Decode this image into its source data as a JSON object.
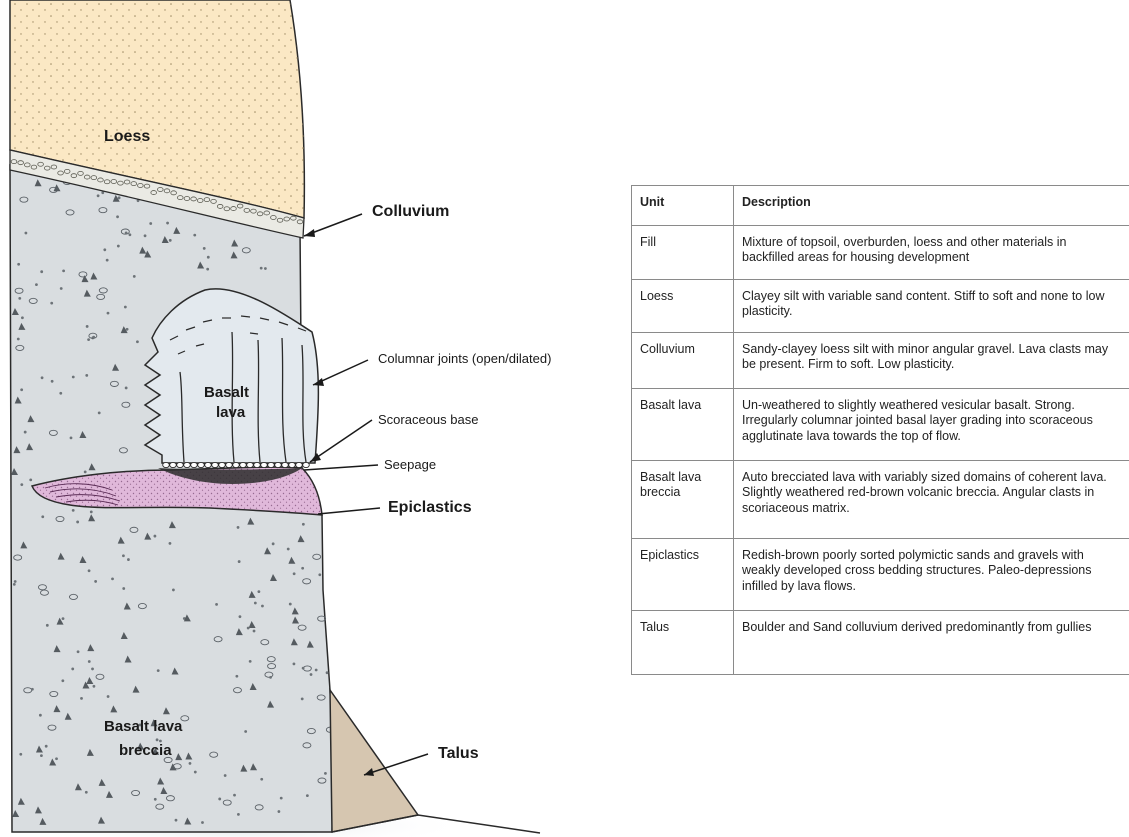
{
  "diagram": {
    "labels": {
      "loess": "Loess",
      "colluvium": "Colluvium",
      "columnar_joints": "Columnar joints (open/dilated)",
      "basalt_lava_line1": "Basalt",
      "basalt_lava_line2": "lava",
      "scoraceous_base": "Scoraceous base",
      "seepage": "Seepage",
      "epiclastics": "Epiclastics",
      "breccia_line1": "Basalt lava",
      "breccia_line2": "breccia",
      "talus": "Talus"
    },
    "colors": {
      "loess_fill": "#fbe8c4",
      "breccia_fill": "#d9dde0",
      "basalt_lava_fill": "#e3e9ee",
      "epiclastics_fill": "#e0b8da",
      "talus_fill": "#d6c6b0",
      "colluvium_fill": "#eaeae4"
    }
  },
  "table": {
    "headers": [
      "Unit",
      "Description"
    ],
    "rows": [
      {
        "unit": "Fill",
        "description": "Mixture of topsoil, overburden, loess and other materials in backfilled areas for housing development"
      },
      {
        "unit": "Loess",
        "description": "Clayey silt with variable sand content. Stiff to soft and none to low plasticity."
      },
      {
        "unit": "Colluvium",
        "description": "Sandy-clayey loess silt with minor angular gravel. Lava clasts may be present. Firm to soft. Low plasticity."
      },
      {
        "unit": "Basalt lava",
        "description": "Un-weathered to slightly weathered vesicular basalt. Strong. Irregularly columnar jointed basal layer grading into scoraceous agglutinate lava towards the top of flow."
      },
      {
        "unit": "Basalt lava breccia",
        "description": "Auto brecciated lava with variably sized domains of coherent lava. Slightly weathered red-brown volcanic breccia. Angular clasts in scoriaceous matrix."
      },
      {
        "unit": "Epiclastics",
        "description": "Redish-brown poorly sorted polymictic sands and gravels with weakly developed cross bedding structures. Paleo-depressions infilled by lava flows."
      },
      {
        "unit": "Talus",
        "description": "Boulder and Sand colluvium derived predominantly from gullies"
      }
    ]
  }
}
